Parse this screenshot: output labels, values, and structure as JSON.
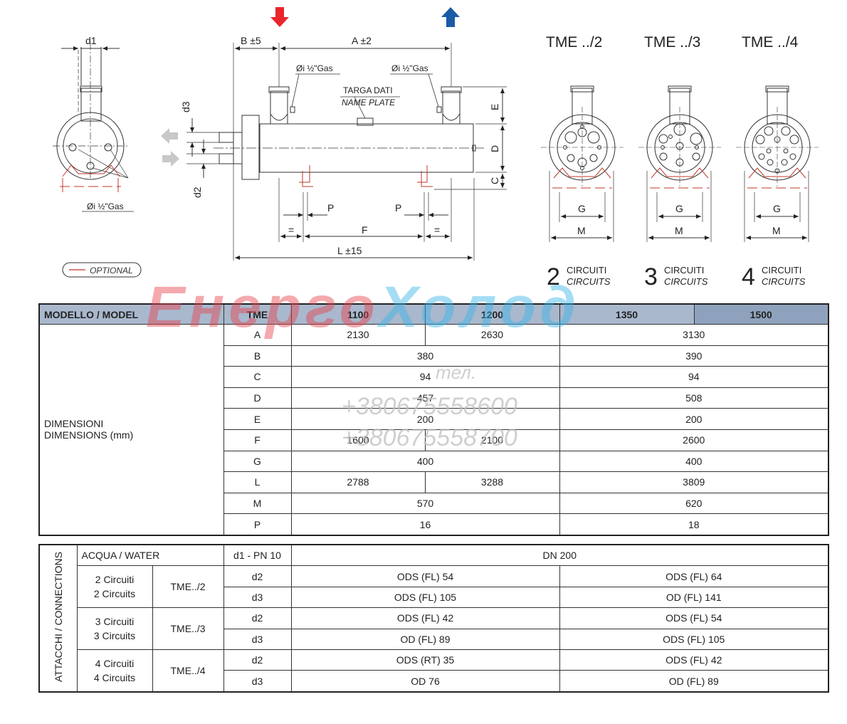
{
  "drawing": {
    "labels": {
      "d1": "d1",
      "d2": "d2",
      "d3": "d3",
      "b_dim": "B ±5",
      "a_dim": "A ±2",
      "gas_left_view": "Øi ½\"Gas",
      "gas_1": "Øi ½\"Gas",
      "gas_2": "Øi ½\"Gas",
      "targa": "TARGA DATI",
      "nameplate": "NAME PLATE",
      "e": "E",
      "d": "D",
      "c": "C",
      "p1": "P",
      "p2": "P",
      "f": "F",
      "eq1": "=",
      "eq2": "=",
      "l": "L ±15",
      "optional": "OPTIONAL"
    },
    "views": [
      {
        "title": "TME ../2",
        "num": "2",
        "circuiti": "CIRCUITI",
        "circuits": "CIRCUITS",
        "g": "G",
        "m": "M"
      },
      {
        "title": "TME ../3",
        "num": "3",
        "circuiti": "CIRCUITI",
        "circuits": "CIRCUITS",
        "g": "G",
        "m": "M"
      },
      {
        "title": "TME ../4",
        "num": "4",
        "circuiti": "CIRCUITI",
        "circuits": "CIRCUITS",
        "g": "G",
        "m": "M"
      }
    ],
    "colors": {
      "inlet_arrow": "#e8262b",
      "outlet_arrow": "#1a5aa6",
      "optional": "#c0392b"
    }
  },
  "watermark": {
    "logo_part1": "Енерго",
    "logo_part2": "Холод",
    "tel_label": "тел.",
    "phone1": "+380675558600",
    "phone2": "+380675558700"
  },
  "dimensions_table": {
    "header": {
      "model": "MODELLO / MODEL",
      "tme": "TME",
      "m1100": "1100",
      "m1200": "1200",
      "m1350": "1350",
      "m1500": "1500"
    },
    "dim_label_1": "DIMENSIONI",
    "dim_label_2": "DIMENSIONS (mm)",
    "rows": [
      {
        "key": "A",
        "v1100": "2130",
        "v1200": "2630",
        "v1350_1500": "3130"
      },
      {
        "key": "B",
        "v1100_1200": "380",
        "v1350_1500": "390"
      },
      {
        "key": "C",
        "v1100_1200": "94",
        "v1350_1500": "94"
      },
      {
        "key": "D",
        "v1100_1200": "457",
        "v1350_1500": "508"
      },
      {
        "key": "E",
        "v1100_1200": "200",
        "v1350_1500": "200"
      },
      {
        "key": "F",
        "v1100": "1600",
        "v1200": "2100",
        "v1350_1500": "2600"
      },
      {
        "key": "G",
        "v1100_1200": "400",
        "v1350_1500": "400"
      },
      {
        "key": "L",
        "v1100": "2788",
        "v1200": "3288",
        "v1350_1500": "3809"
      },
      {
        "key": "M",
        "v1100_1200": "570",
        "v1350_1500": "620"
      },
      {
        "key": "P",
        "v1100_1200": "16",
        "v1350_1500": "18"
      }
    ]
  },
  "connections_table": {
    "side_label": "ATTACCHI / CONNECTIONS",
    "water_label": "ACQUA / WATER",
    "d1_label": "d1 - PN 10",
    "d1_value": "DN 200",
    "groups": [
      {
        "circ_it": "2 Circuiti",
        "circ_en": "2 Circuits",
        "model": "TME../2",
        "rows": [
          {
            "key": "d2",
            "left": "ODS (FL) 54",
            "right": "ODS (FL) 64"
          },
          {
            "key": "d3",
            "left": "ODS (FL) 105",
            "right": "OD (FL) 141"
          }
        ]
      },
      {
        "circ_it": "3 Circuiti",
        "circ_en": "3 Circuits",
        "model": "TME../3",
        "rows": [
          {
            "key": "d2",
            "left": "ODS (FL) 42",
            "right": "ODS (FL) 54"
          },
          {
            "key": "d3",
            "left": "OD (FL) 89",
            "right": "ODS (FL) 105"
          }
        ]
      },
      {
        "circ_it": "4 Circuiti",
        "circ_en": "4 Circuits",
        "model": "TME../4",
        "rows": [
          {
            "key": "d2",
            "left": "ODS (RT) 35",
            "right": "ODS (FL) 42"
          },
          {
            "key": "d3",
            "left": "OD 76",
            "right": "OD (FL) 89"
          }
        ]
      }
    ]
  }
}
